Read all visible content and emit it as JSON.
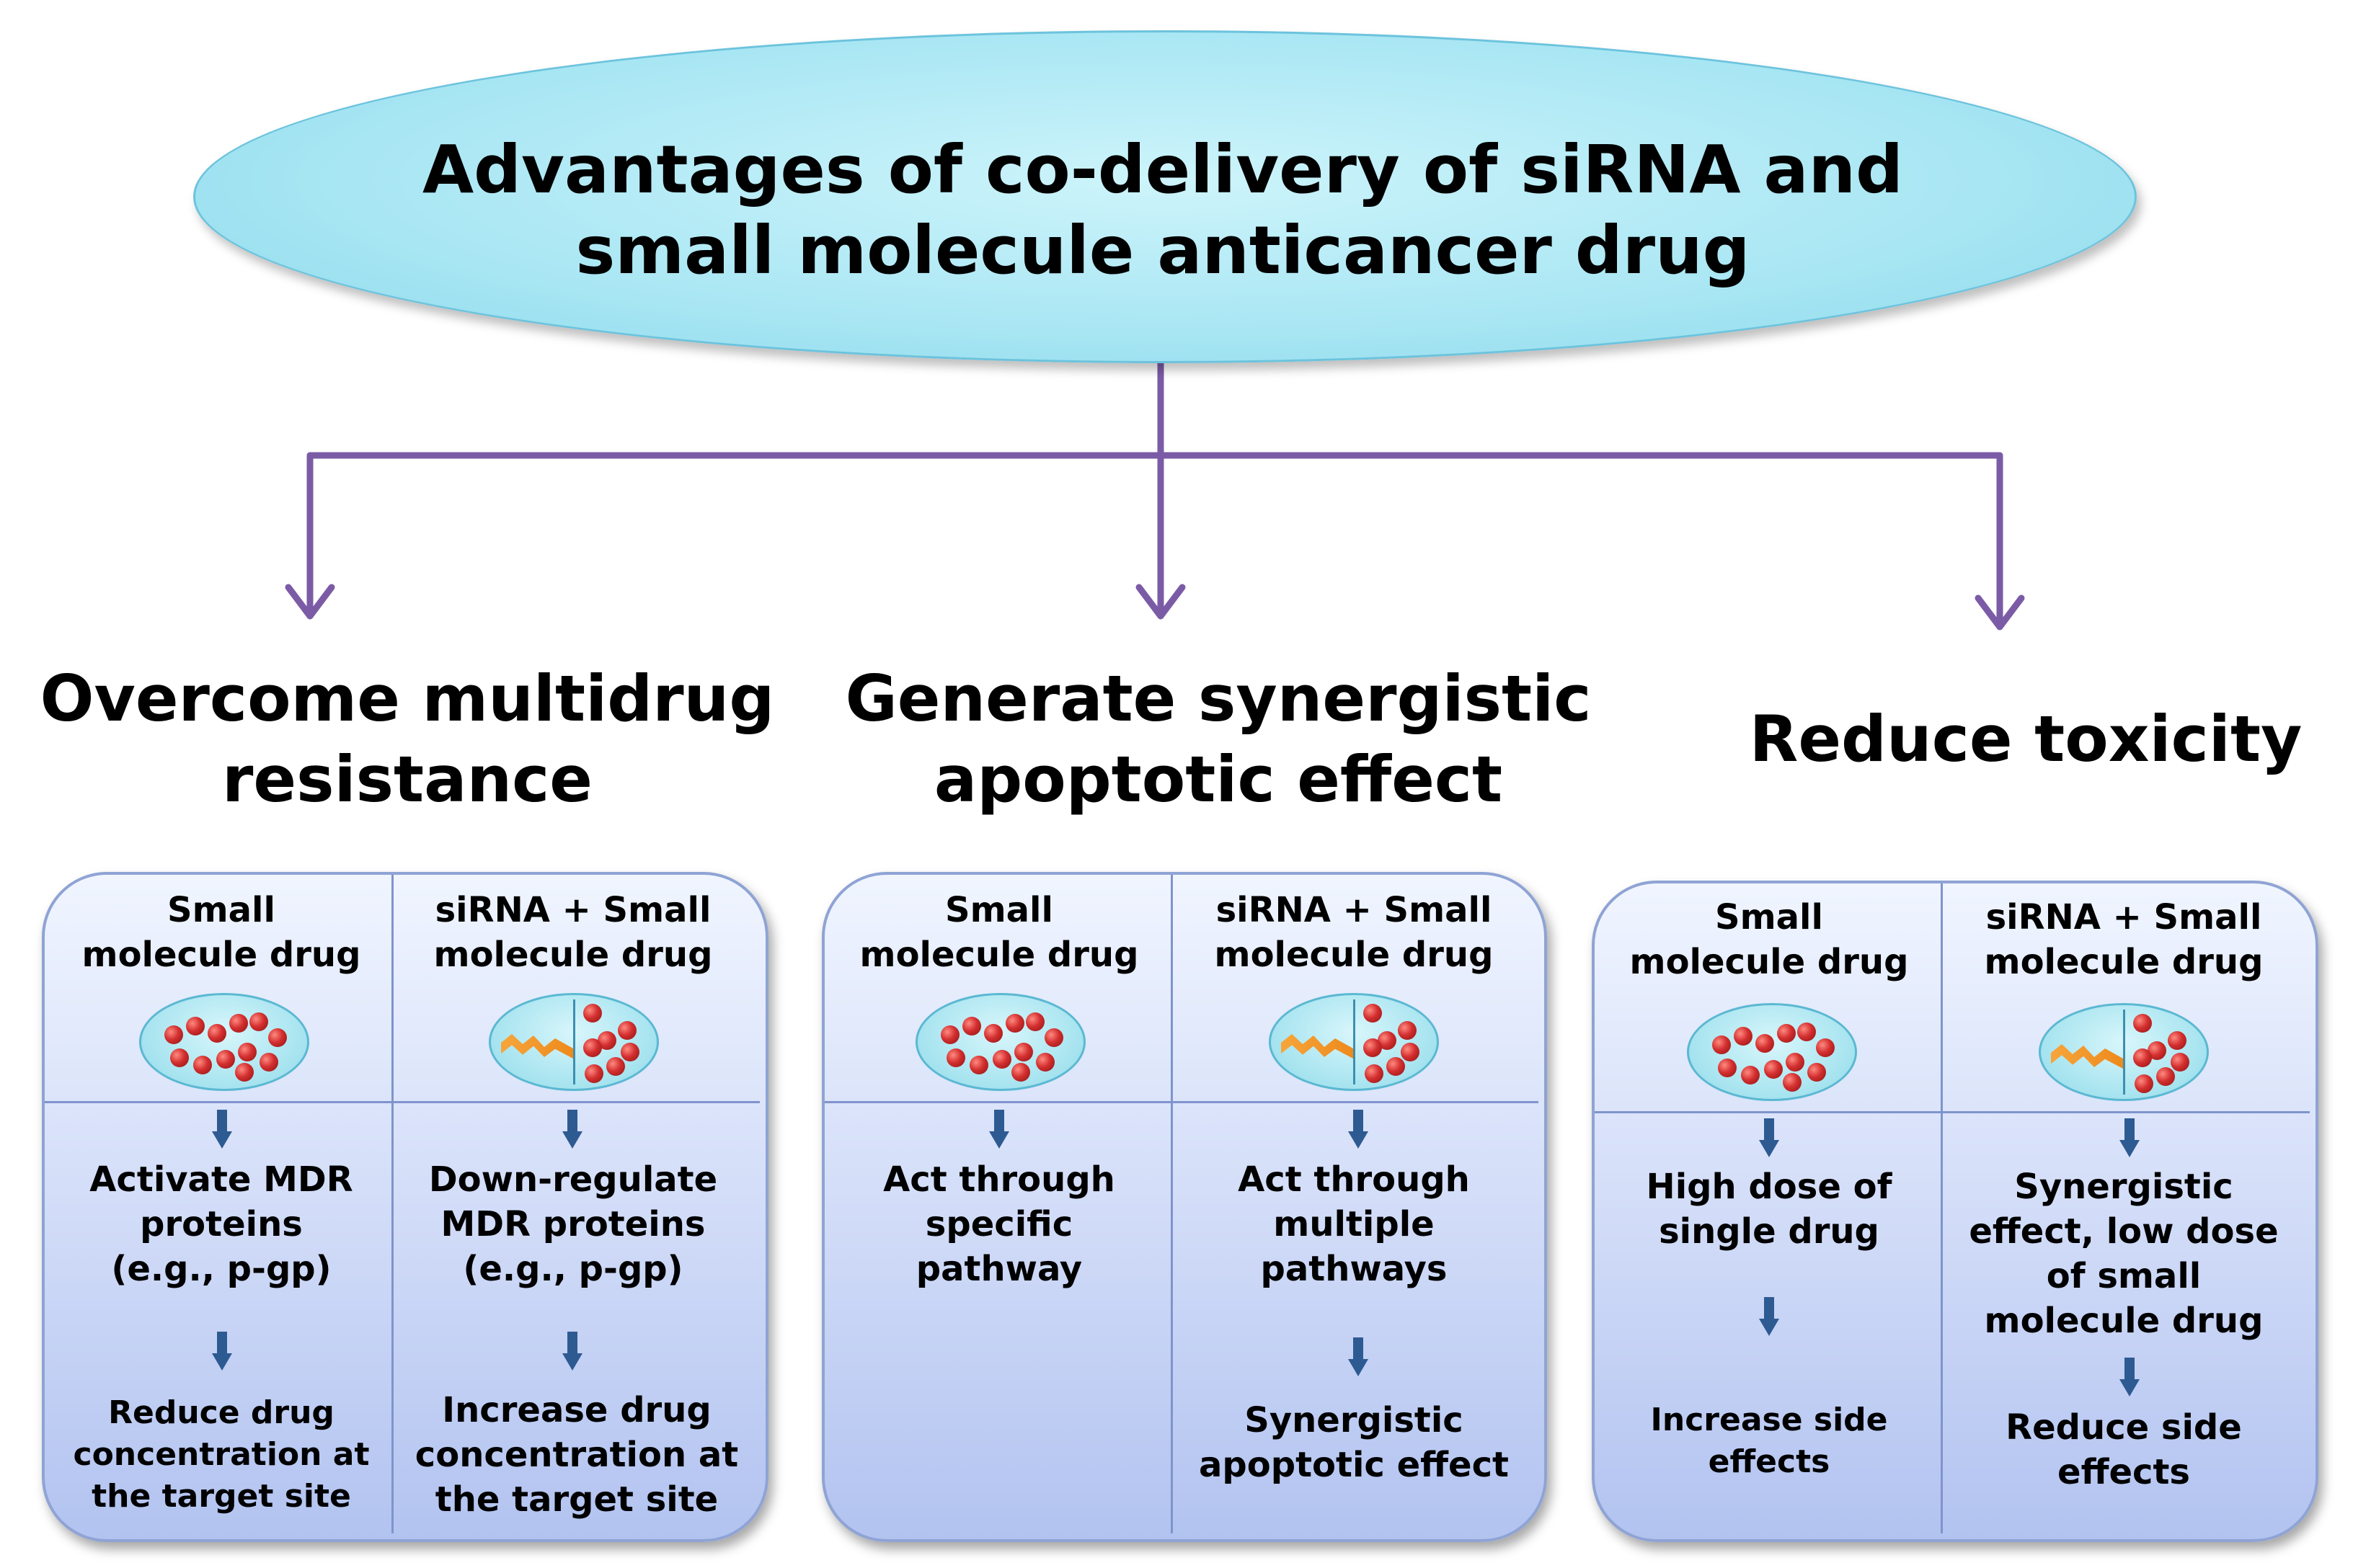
{
  "title": "Advantages of co-delivery of siRNA and\nsmall molecule anticancer drug",
  "colors": {
    "connector": "#7b5ba6",
    "panel_border": "#8fa3d4",
    "ellipse_fill": "#a8e6f3",
    "bead": "#c62828",
    "sirna": "#f29a2e",
    "small_arrow": "#2e5a92"
  },
  "branches": [
    {
      "heading": "Overcome multidrug\nresistance",
      "left": {
        "header": "Small\nmolecule drug",
        "step1": "Activate MDR\nproteins\n(e.g., p-gp)",
        "step2": "Reduce drug\nconcentration at\nthe target site"
      },
      "right": {
        "header": "siRNA + Small\nmolecule drug",
        "step1": "Down-regulate\nMDR proteins\n(e.g., p-gp)",
        "step2": "Increase drug\nconcentration at\nthe target site"
      }
    },
    {
      "heading": "Generate synergistic\napoptotic effect",
      "left": {
        "header": "Small\nmolecule drug",
        "step1": "Act through\nspecific\npathway"
      },
      "right": {
        "header": "siRNA + Small\nmolecule drug",
        "step1": "Act through\nmultiple\npathways",
        "step2": "Synergistic\napoptotic effect"
      }
    },
    {
      "heading": "Reduce toxicity",
      "left": {
        "header": "Small\nmolecule drug",
        "step1": "High dose of\nsingle drug",
        "step2": "Increase side\neffects"
      },
      "right": {
        "header": "siRNA + Small\nmolecule drug",
        "step1": "Synergistic\neffect, low dose\nof small\nmolecule drug",
        "step2": "Reduce side\neffects"
      }
    }
  ]
}
